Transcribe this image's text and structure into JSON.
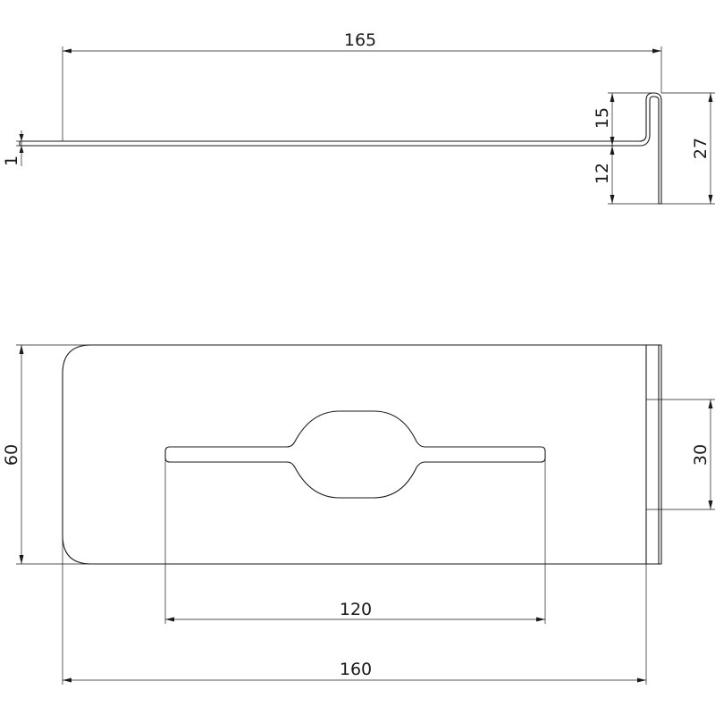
{
  "dimensions": {
    "side_view": {
      "length": "165",
      "thickness": "1",
      "upper_height": "15",
      "lower_height": "12",
      "total_height": "27"
    },
    "top_view": {
      "height": "60",
      "slot_width": "30",
      "cutout_length": "120",
      "length": "160"
    }
  },
  "colors": {
    "line": "#1a1a1a",
    "background": "#ffffff"
  }
}
